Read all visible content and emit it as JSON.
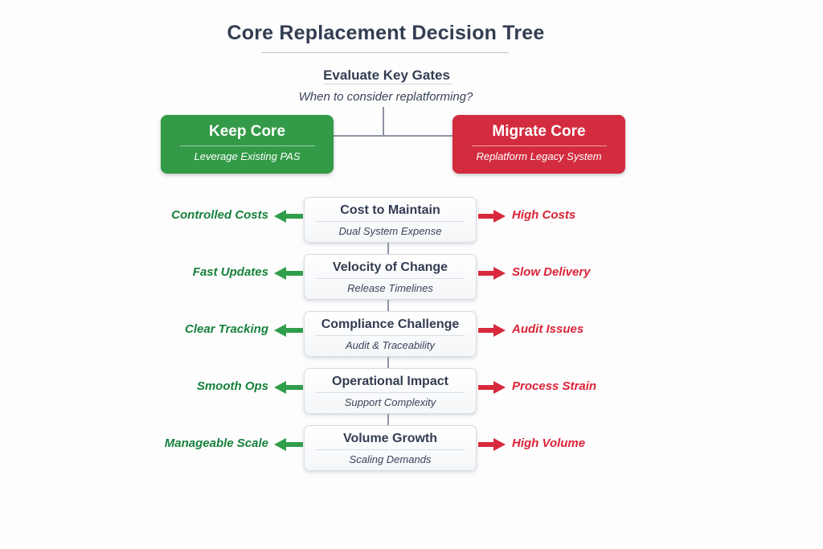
{
  "title": "Core Replacement Decision Tree",
  "gate_header": {
    "title": "Evaluate Key Gates",
    "subtitle": "When to consider replatforming?"
  },
  "branches": {
    "keep": {
      "title": "Keep Core",
      "subtitle": "Leverage Existing PAS"
    },
    "migrate": {
      "title": "Migrate Core",
      "subtitle": "Replatform Legacy System"
    }
  },
  "gates": [
    {
      "title": "Cost to Maintain",
      "subtitle": "Dual System Expense",
      "keep_outcome": "Controlled Costs",
      "migrate_outcome": "High Costs"
    },
    {
      "title": "Velocity of Change",
      "subtitle": "Release Timelines",
      "keep_outcome": "Fast Updates",
      "migrate_outcome": "Slow Delivery"
    },
    {
      "title": "Compliance Challenge",
      "subtitle": "Audit & Traceability",
      "keep_outcome": "Clear Tracking",
      "migrate_outcome": "Audit Issues"
    },
    {
      "title": "Operational Impact",
      "subtitle": "Support Complexity",
      "keep_outcome": "Smooth Ops",
      "migrate_outcome": "Process Strain"
    },
    {
      "title": "Volume Growth",
      "subtitle": "Scaling Demands",
      "keep_outcome": "Manageable Scale",
      "migrate_outcome": "High Volume"
    }
  ],
  "colors": {
    "keep_branch": "#339a47",
    "migrate_branch": "#d32c3e",
    "keep_arrow": "#2f9e4a",
    "keep_label_text": "#17813c",
    "migrate_arrow": "#d8293c",
    "migrate_label_text": "#dc2338",
    "heading_text": "#333d52",
    "connector_line": "#8d94a3"
  }
}
